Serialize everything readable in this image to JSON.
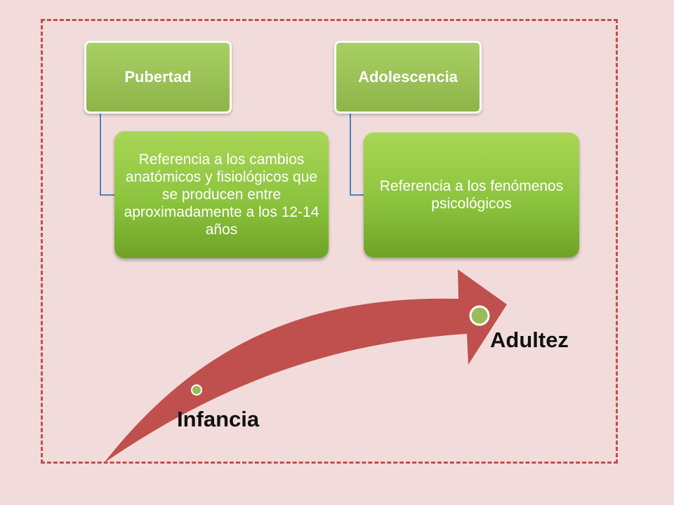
{
  "diagram": {
    "stages": [
      {
        "title": "Pubertad",
        "description": "Referencia a los cambios anatómicos y fisiológicos que se producen entre aproximadamente a los 12-14 años"
      },
      {
        "title": "Adolescencia",
        "description": "Referencia a los fenómenos psicológicos"
      }
    ],
    "timeline": {
      "start_label": "Infancia",
      "end_label": "Adultez"
    }
  },
  "colors": {
    "background": "#f2dcdb",
    "frame_border": "#c0504d",
    "arrow": "#c0504d",
    "box_green": "#9bbb59",
    "connector": "#4f81bd"
  }
}
